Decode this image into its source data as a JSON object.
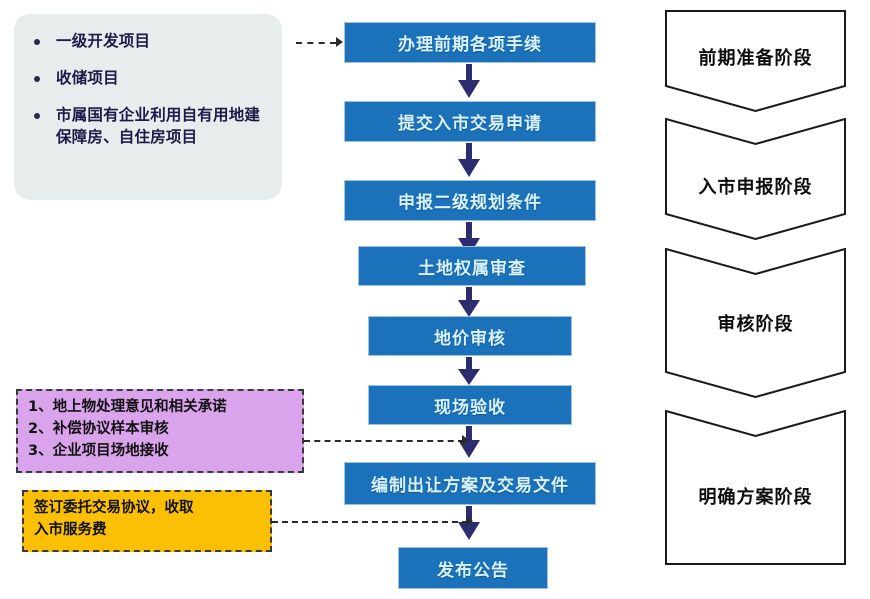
{
  "criteria_panel": {
    "items": [
      "一级开发项目",
      "收储项目",
      "市属国有企业利用自有用地建保障房、自住房项目"
    ]
  },
  "flow_steps": [
    {
      "label": "办理前期各项手续"
    },
    {
      "label": "提交入市交易申请"
    },
    {
      "label": "申报二级规划条件"
    },
    {
      "label": "土地权属审查"
    },
    {
      "label": "地价审核"
    },
    {
      "label": "现场验收"
    },
    {
      "label": "编制出让方案及交易文件"
    },
    {
      "label": "发布公告"
    }
  ],
  "callouts": {
    "purple": {
      "lines": [
        "1、地上物处理意见和相关承诺",
        "2、补偿协议样本审核",
        "3、企业项目场地接收"
      ]
    },
    "yellow": {
      "lines": [
        "签订委托交易协议，收取",
        "入市服务费"
      ]
    }
  },
  "stages": [
    {
      "label": "前期准备阶段"
    },
    {
      "label": "入市申报阶段"
    },
    {
      "label": "审核阶段"
    },
    {
      "label": "明确方案阶段"
    }
  ],
  "colors": {
    "flow_box_fill": "#1b72ba",
    "flow_box_text": "#d8f2ff",
    "arrow": "#2c2c6e",
    "criteria_panel_bg": "#e7ecec",
    "criteria_text": "#1b1b48",
    "callout_purple_bg": "#d9a4ec",
    "callout_yellow_bg": "#fbc003",
    "stage_outline": "#1a1a1a"
  }
}
